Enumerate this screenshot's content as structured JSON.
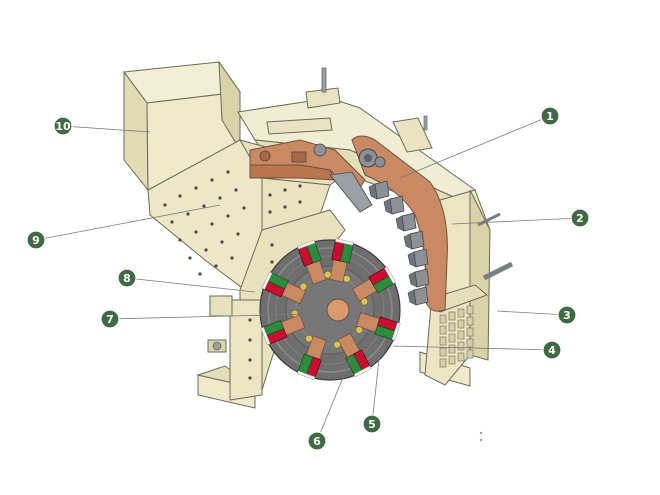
{
  "diagram": {
    "subject": "impact crusher cutaway",
    "colors": {
      "housing": "#efeacb",
      "housing_dark": "#d9d3aa",
      "outline": "#6b6a58",
      "rotor_disc": "#6e6e6e",
      "rotor_disc_light": "#8c8c8c",
      "blow_bar_red": "#c8102e",
      "blow_bar_green": "#2e8b3e",
      "copper": "#c98a63",
      "steel": "#8d9196",
      "badge": "#3f6a43"
    },
    "callouts": [
      {
        "id": 1,
        "label": "1"
      },
      {
        "id": 2,
        "label": "2"
      },
      {
        "id": 3,
        "label": "3"
      },
      {
        "id": 4,
        "label": "4"
      },
      {
        "id": 5,
        "label": "5"
      },
      {
        "id": 6,
        "label": "6"
      },
      {
        "id": 7,
        "label": "7"
      },
      {
        "id": 8,
        "label": "8"
      },
      {
        "id": 9,
        "label": "9"
      },
      {
        "id": 10,
        "label": "10"
      }
    ]
  }
}
